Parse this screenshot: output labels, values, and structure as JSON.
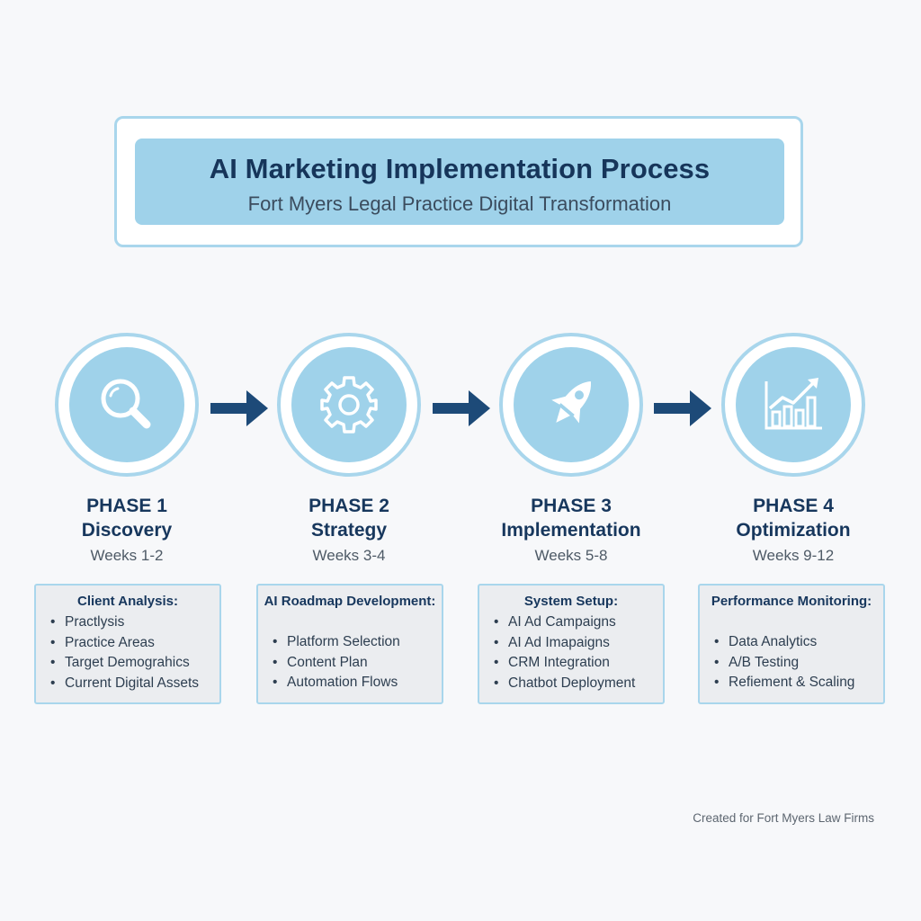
{
  "header": {
    "title": "AI Marketing Implementation Process",
    "subtitle": "Fort Myers Legal Practice Digital Transformation"
  },
  "phases": [
    {
      "number": "PHASE 1",
      "name": "Discovery",
      "weeks": "Weeks 1-2",
      "icon": "magnifier-icon",
      "box_title": "Client Analysis:",
      "items": [
        "Practlysis",
        "Practice Areas",
        "Target Demograhics",
        "Current Digital Assets"
      ]
    },
    {
      "number": "PHASE 2",
      "name": "Strategy",
      "weeks": "Weeks 3-4",
      "icon": "gear-icon",
      "box_title": "AI Roadmap Development:",
      "items": [
        "Platform Selection",
        "Content Plan",
        "Automation Flows"
      ]
    },
    {
      "number": "PHASE 3",
      "name": "Implementation",
      "weeks": "Weeks 5-8",
      "icon": "rocket-icon",
      "box_title": "System Setup:",
      "items": [
        "AI Ad Campaigns",
        "AI Ad Imapaigns",
        "CRM Integration",
        "Chatbot Deployment"
      ]
    },
    {
      "number": "PHASE 4",
      "name": "Optimization",
      "weeks": "Weeks 9-12",
      "icon": "growth-chart-icon",
      "box_title": "Performance Monitoring:",
      "items": [
        "Data Analytics",
        "A/B Testing",
        "Refiement & Scaling"
      ]
    }
  ],
  "bullet": "•",
  "footer": "Created for Fort Myers Law Firms",
  "colors": {
    "accent_light": "#9fd2ea",
    "accent_border": "#a9d6ec",
    "navy": "#17375d",
    "arrow": "#1d4a78"
  }
}
